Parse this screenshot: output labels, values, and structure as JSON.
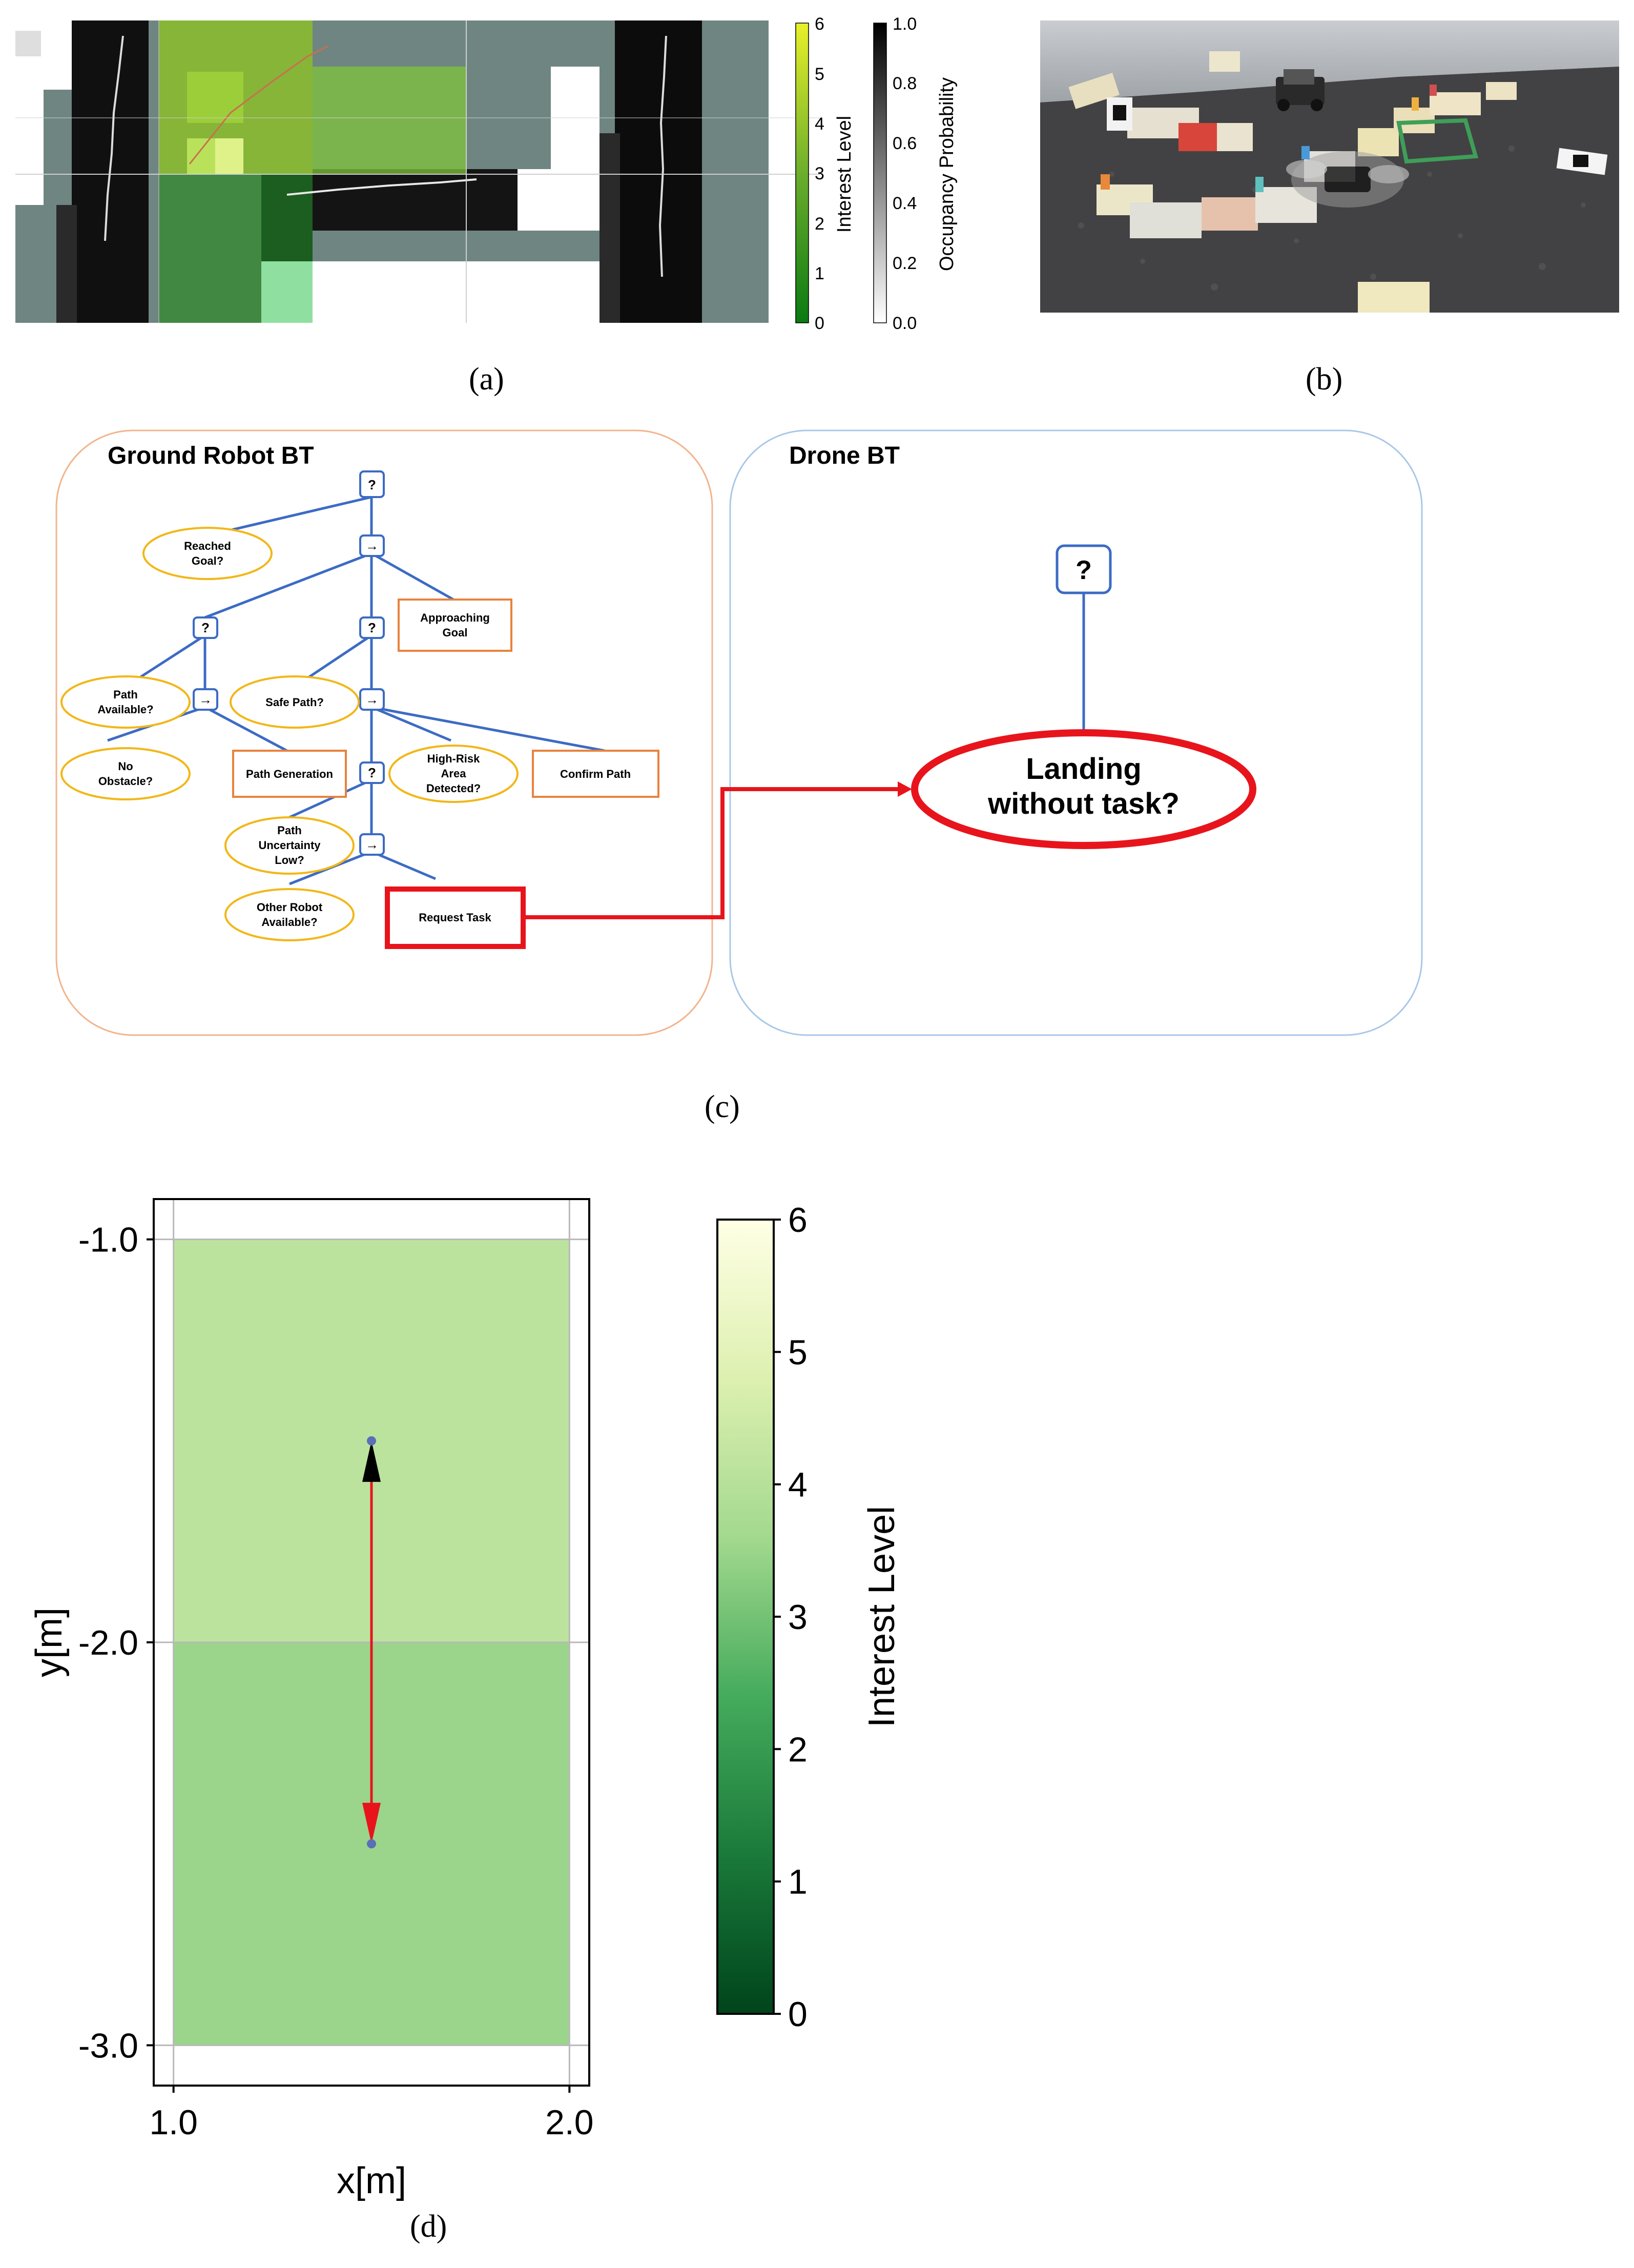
{
  "panel_a": {
    "caption": "(a)",
    "interest_colorbar": {
      "label": "Interest Level",
      "ticks": [
        "0",
        "1",
        "2",
        "3",
        "4",
        "5",
        "6"
      ],
      "colors": [
        "#0a7a12",
        "#6cae2c",
        "#e9f029"
      ]
    },
    "occupancy_colorbar": {
      "label": "Occupancy Probability",
      "ticks": [
        "0.0",
        "0.2",
        "0.4",
        "0.6",
        "0.8",
        "1.0"
      ],
      "colors": [
        "#ffffff",
        "#000000"
      ]
    }
  },
  "panel_b": {
    "caption": "(b)"
  },
  "panel_c": {
    "caption": "(c)",
    "ground_bt": {
      "title": "Ground Robot BT",
      "border_color": "#f2b48c",
      "nodes": {
        "root": "?",
        "reached_goal": [
          "Reached",
          "Goal?"
        ],
        "seq1": "→",
        "fallback_path": "?",
        "fallback_safe": "?",
        "approaching_goal": [
          "Approaching",
          "Goal"
        ],
        "path_available": [
          "Path",
          "Available?"
        ],
        "seq_path": "→",
        "safe_path": "Safe Path?",
        "seq_safe": "→",
        "no_obstacle": [
          "No",
          "Obstacle?"
        ],
        "path_generation": "Path Generation",
        "high_risk": [
          "High-Risk",
          "Area",
          "Detected?"
        ],
        "confirm_path": "Confirm Path",
        "fallback_uncert": "?",
        "path_uncertainty": [
          "Path",
          "Uncertainty",
          "Low?"
        ],
        "seq_uncert": "→",
        "other_robot": [
          "Other Robot",
          "Available?"
        ],
        "request_task": "Request Task"
      }
    },
    "drone_bt": {
      "title": "Drone BT",
      "border_color": "#a9c8e8",
      "root": "?",
      "landing": [
        "Landing",
        "without task?"
      ]
    },
    "colors": {
      "edge": "#3c6bc4",
      "condition_border": "#f2b718",
      "action_border": "#e8823c",
      "highlight": "#e8141c"
    }
  },
  "panel_d": {
    "caption": "(d)",
    "chart_data": {
      "type": "heatmap",
      "xlabel": "x[m]",
      "ylabel": "y[m]",
      "xlim": [
        0.95,
        2.05
      ],
      "ylim": [
        -3.1,
        -0.9
      ],
      "xticks": [
        "1.0",
        "2.0"
      ],
      "yticks": [
        "-1.0",
        "-2.0",
        "-3.0"
      ],
      "cells": [
        {
          "x": [
            1.0,
            2.0
          ],
          "y": [
            -2.0,
            -1.0
          ],
          "interest": 4.1
        },
        {
          "x": [
            1.0,
            2.0
          ],
          "y": [
            -3.0,
            -2.0
          ],
          "interest": 3.5
        }
      ],
      "arrow": {
        "from": [
          1.5,
          -1.5
        ],
        "to": [
          1.5,
          -2.5
        ],
        "color": "#e8141c"
      },
      "start_marker_color": "#000000",
      "colorbar": {
        "label": "Interest Level",
        "min": 0,
        "max": 6,
        "ticks": [
          "0",
          "1",
          "2",
          "3",
          "4",
          "5",
          "6"
        ],
        "colors": [
          "#00441b",
          "#238b45",
          "#74c476",
          "#c7e9c0",
          "#f7fcb9",
          "#ffffe5"
        ]
      },
      "grid": true
    }
  }
}
